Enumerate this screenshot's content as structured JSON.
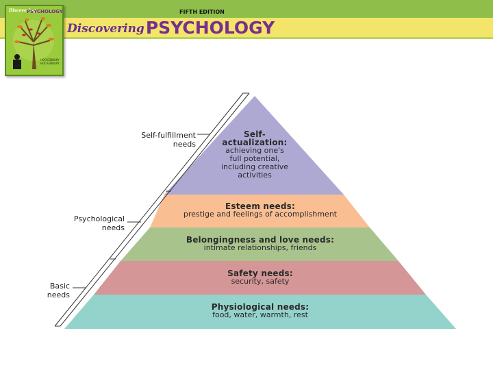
{
  "header": {
    "edition": "FIFTH EDITION",
    "title_prefix": "Discovering",
    "title_main": "PSYCHOLOGY",
    "cover_title_prefix": "Discovering",
    "cover_title_main": "PSYCHOLOGY",
    "cover_authors": [
      "HOCKENBURY",
      "HOCKENBURY"
    ]
  },
  "colors": {
    "banner_green": "#8fbf4a",
    "banner_yellow": "#f2e56a",
    "tier_self_actualization": "#aea9d3",
    "tier_esteem": "#f9bf93",
    "tier_belonging": "#a9c38d",
    "tier_safety": "#d49696",
    "tier_physiological": "#94d2cc"
  },
  "pyramid": {
    "tiers": [
      {
        "title": "Self-",
        "title2": "actualization:",
        "desc": [
          "achieving one's",
          "full potential,",
          "including creative",
          "activities"
        ]
      },
      {
        "title": "Esteem needs:",
        "desc": [
          "prestige and feelings of accomplishment"
        ]
      },
      {
        "title": "Belongingness and love needs:",
        "desc": [
          "intimate relationships, friends"
        ]
      },
      {
        "title": "Safety needs:",
        "desc": [
          "security, safety"
        ]
      },
      {
        "title": "Physiological needs:",
        "desc": [
          "food, water, warmth, rest"
        ]
      }
    ]
  },
  "groups": [
    {
      "label_line1": "Self-fulfillment",
      "label_line2": "needs"
    },
    {
      "label_line1": "Psychological",
      "label_line2": "needs"
    },
    {
      "label_line1": "Basic",
      "label_line2": "needs"
    }
  ]
}
